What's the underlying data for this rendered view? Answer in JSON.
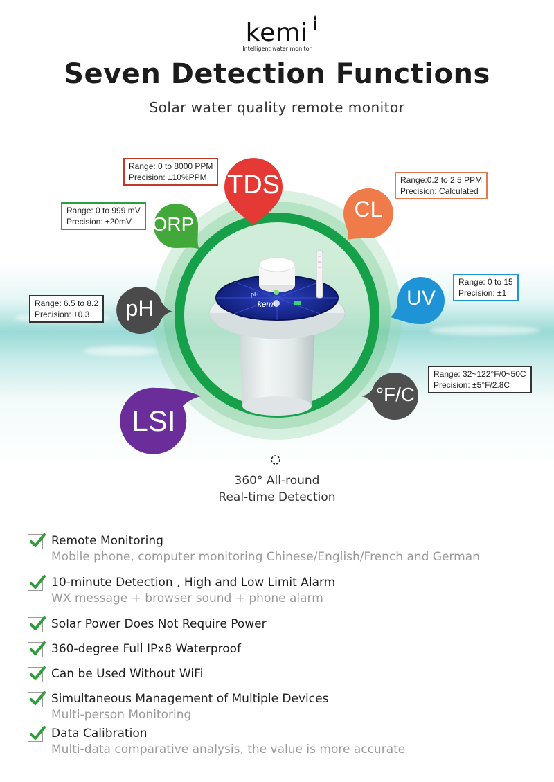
{
  "logo": {
    "word": "kemi",
    "tagline": "Intelligent water monitor"
  },
  "title": "Seven Detection Functions",
  "subtitle": "Solar water quality remote monitor",
  "device": {
    "label": "kemi",
    "side": "pH"
  },
  "sensors": {
    "tds": {
      "label": "TDS",
      "range": "Range: 0 to 8000 PPM",
      "precision": "Precision: ±10%PPM",
      "color": "#e53935"
    },
    "cl": {
      "label": "CL",
      "range": "Range:0.2 to 2.5 PPM",
      "precision": "Precision: Calculated",
      "color": "#ef7a4a"
    },
    "orp": {
      "label": "ORP",
      "range": "Range: 0 to 999 mV",
      "precision": "Precision: ±20mV",
      "color": "#43a83a"
    },
    "uv": {
      "label": "UV",
      "range": "Range: 0 to 15",
      "precision": "Precision: ±1",
      "color": "#1e93d6"
    },
    "ph": {
      "label": "pH",
      "range": "Range: 6.5 to 8.2",
      "precision": "Precision: ±0.3",
      "color": "#4a4a4a"
    },
    "temp": {
      "label": "°F/C",
      "range": "Range: 32~122°F/0~50C",
      "precision": "Precision: ±5°F/2.8C",
      "color": "#4f4f4f"
    },
    "lsi": {
      "label": "LSI",
      "color": "#6a2d9a"
    }
  },
  "allround": {
    "line1": "360° All-round",
    "line2": "Real-time Detection"
  },
  "features": [
    {
      "title": "Remote Monitoring",
      "sub": "Mobile phone, computer monitoring Chinese/English/French and German"
    },
    {
      "title": "10-minute Detection , High and Low Limit Alarm",
      "sub": "WX message + browser sound + phone alarm"
    },
    {
      "title": "Solar Power Does Not Require Power",
      "sub": ""
    },
    {
      "title": "360-degree Full IPx8 Waterproof",
      "sub": ""
    },
    {
      "title": "Can be Used Without WiFi",
      "sub": ""
    },
    {
      "title": "Simultaneous Management of Multiple Devices",
      "sub": "Multi-person Monitoring"
    },
    {
      "title": "Data Calibration",
      "sub": "Multi-data comparative analysis, the value is more accurate"
    }
  ],
  "colors": {
    "ring": "#16a04a",
    "check": "#2e9e3a",
    "subtext": "#9a9a9a"
  }
}
